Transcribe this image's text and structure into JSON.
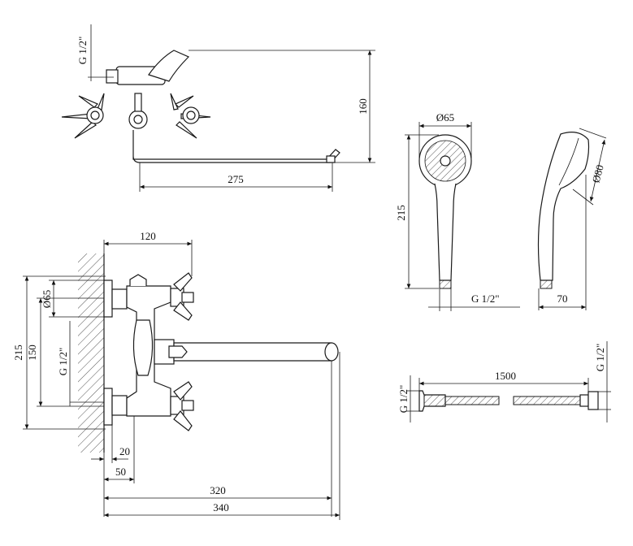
{
  "drawing": {
    "top_view": {
      "thread_label": "G 1/2\"",
      "height_dim": "160",
      "spout_dim": "275"
    },
    "shower_front": {
      "head_dim": "Ø65",
      "length_dim": "215",
      "thread_label": "G 1/2\""
    },
    "shower_side": {
      "head_dim": "Ø80",
      "width_dim": "70"
    },
    "front_view": {
      "width_dim": "120",
      "flange_dim": "Ø65",
      "thread_label": "G 1/2\"",
      "height_dim": "215",
      "centers_dim": "150",
      "offset_20": "20",
      "offset_50": "50",
      "spout_dim": "320",
      "total_dim": "340"
    },
    "hose": {
      "length_dim": "1500",
      "left_thread": "G 1/2\"",
      "right_thread": "G 1/2\""
    }
  }
}
